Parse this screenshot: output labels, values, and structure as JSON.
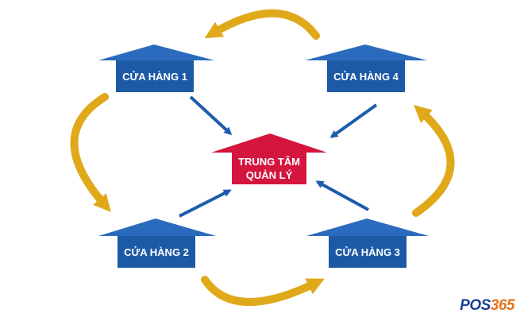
{
  "center": {
    "line1": "TRUNG TÂM",
    "line2": "QUẢN LÝ"
  },
  "stores": [
    {
      "label": "CỬA HÀNG 1"
    },
    {
      "label": "CỬA HÀNG 4"
    },
    {
      "label": "CỬA HÀNG 2"
    },
    {
      "label": "CỬA HÀNG 3"
    }
  ],
  "logo": {
    "mark": "POS",
    "number": "365"
  },
  "colors": {
    "store_fill": "#1c5aa6",
    "store_roof": "#2a6bbd",
    "center_fill": "#d4163f",
    "arrow_blue": "#1d5cae",
    "arrow_gold": "#e0a91a",
    "logo": "#1a3f93"
  }
}
